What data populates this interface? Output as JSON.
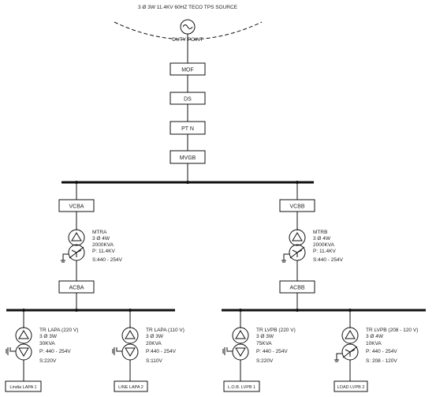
{
  "source": {
    "label": "3 Ø 3W  11.4KV 60HZ  TECO TPS SOURCE",
    "duty_point": "DUTY  POINT",
    "symbol": "~"
  },
  "main_chain": [
    {
      "id": "mof",
      "label": "MOF"
    },
    {
      "id": "ds",
      "label": "DS"
    },
    {
      "id": "pt",
      "label": "PT  N"
    },
    {
      "id": "mvgb",
      "label": "MVGB"
    }
  ],
  "branches": [
    {
      "breaker": "VCBA",
      "transformer": {
        "name": "MTRA",
        "lines": [
          "3 Ø 4W",
          "2000KVA",
          "P: 11.4KV",
          "S:440 - 254V"
        ]
      },
      "lv_breaker": "ACBA",
      "feeders": [
        {
          "transformer": {
            "name": "TR LAPA  (220 V)",
            "lines": [
              "3 Ø 3W",
              "30KVA",
              "P: 440 - 254V",
              "S:220V"
            ]
          },
          "load": "Lindia  LAPA 1"
        },
        {
          "transformer": {
            "name": "TR LAPA  (110 V)",
            "lines": [
              "3 Ø 3W",
              "20KVA",
              "P:440 - 254V",
              "S:110V"
            ]
          },
          "load": "LINE LAPA 2"
        }
      ]
    },
    {
      "breaker": "VCBB",
      "transformer": {
        "name": "MTRB",
        "lines": [
          "3 Ø 4W",
          "2000KVA",
          "P: 11.4KV",
          "S:440 - 254V"
        ]
      },
      "lv_breaker": "ACBB",
      "feeders": [
        {
          "transformer": {
            "name": "TR LVPB  (220 V)",
            "lines": [
              "3 Ø 3W",
              "75KVA",
              "P: 440 - 254V",
              "S:220V"
            ]
          },
          "load": "L.O.B. LVPB 1"
        },
        {
          "transformer": {
            "name": "TR LVPB  (208 - 120 V)",
            "lines": [
              "3 Ø 4W",
              "10KVA",
              "P: 440 - 254V",
              "S: 208 - 120V"
            ]
          },
          "load": "LOAD LVPB 2"
        }
      ]
    }
  ]
}
